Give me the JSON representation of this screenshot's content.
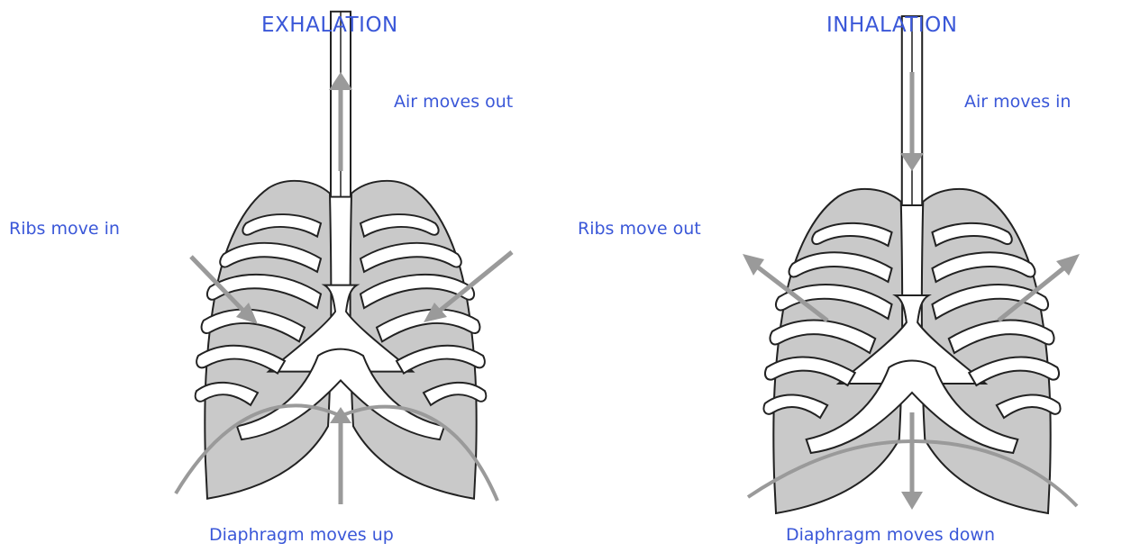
{
  "panels": {
    "exhalation": {
      "title": "EXHALATION",
      "air_label": "Air moves out",
      "ribs_label": "Ribs move in",
      "diaphragm_label": "Diaphragm moves up"
    },
    "inhalation": {
      "title": "INHALATION",
      "air_label": "Air moves in",
      "ribs_label": "Ribs move out",
      "diaphragm_label": "Diaphragm moves down"
    }
  },
  "colors": {
    "label": "#3a57d8",
    "lung_fill": "#c9c9c9",
    "outline": "#222222",
    "arrow": "#9a9a9a",
    "ribs": "#ffffff"
  }
}
